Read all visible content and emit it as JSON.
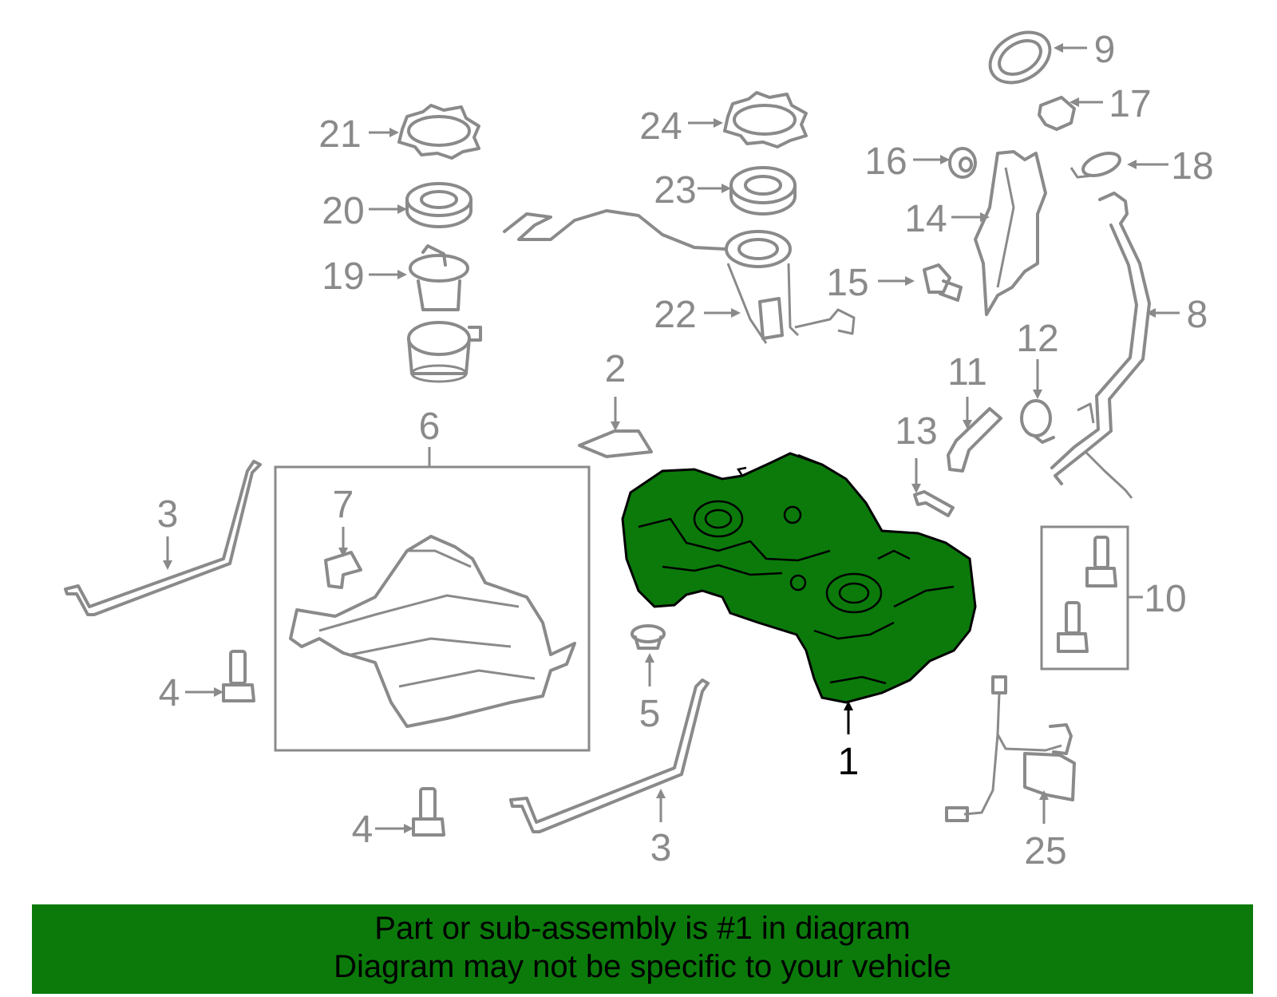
{
  "callouts": [
    {
      "id": "c1",
      "label": "1",
      "highlight": true
    },
    {
      "id": "c2",
      "label": "2"
    },
    {
      "id": "c3a",
      "label": "3"
    },
    {
      "id": "c3b",
      "label": "3"
    },
    {
      "id": "c4a",
      "label": "4"
    },
    {
      "id": "c4b",
      "label": "4"
    },
    {
      "id": "c5",
      "label": "5"
    },
    {
      "id": "c6",
      "label": "6"
    },
    {
      "id": "c7",
      "label": "7"
    },
    {
      "id": "c8",
      "label": "8"
    },
    {
      "id": "c9",
      "label": "9"
    },
    {
      "id": "c10",
      "label": "10"
    },
    {
      "id": "c11",
      "label": "11"
    },
    {
      "id": "c12",
      "label": "12"
    },
    {
      "id": "c13",
      "label": "13"
    },
    {
      "id": "c14",
      "label": "14"
    },
    {
      "id": "c15",
      "label": "15"
    },
    {
      "id": "c16",
      "label": "16"
    },
    {
      "id": "c17",
      "label": "17"
    },
    {
      "id": "c18",
      "label": "18"
    },
    {
      "id": "c19",
      "label": "19"
    },
    {
      "id": "c20",
      "label": "20"
    },
    {
      "id": "c21",
      "label": "21"
    },
    {
      "id": "c22",
      "label": "22"
    },
    {
      "id": "c23",
      "label": "23"
    },
    {
      "id": "c24",
      "label": "24"
    },
    {
      "id": "c25",
      "label": "25"
    }
  ],
  "banner": {
    "line1": "Part or sub-assembly is #1 in diagram",
    "line2": "Diagram may not be specific to your vehicle"
  },
  "colors": {
    "highlight_part": "#0b7a0b",
    "banner_bg": "#0b7a0b",
    "line_gray": "#8a8a8a"
  }
}
